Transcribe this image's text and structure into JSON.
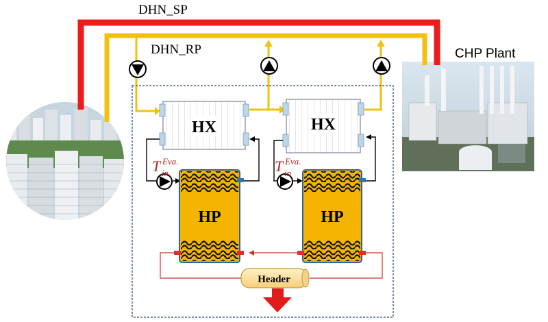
{
  "labels": {
    "supply_pipe": "DHN_SP",
    "return_pipe": "DHN_RP",
    "plant": "CHP Plant",
    "hx_left": "HX",
    "hx_right": "HX",
    "hp_left": "HP",
    "hp_right": "HP",
    "header": "Header",
    "evap_symbol": "T",
    "evap_sub": "in",
    "evap_sup": "Eva."
  },
  "colors": {
    "supply": "#ee1b1b",
    "return": "#f3c012",
    "hp_body": "#f5b400",
    "header_fill": "#fde2a0",
    "circuit_red": "#c0392b",
    "outlet_arrow": "#e21b1b",
    "boundary": "#2d4f73",
    "temp_label": "#b22222"
  },
  "icons": {
    "pump": "pump-icon",
    "district": "apartment-district-photo",
    "plant": "chp-plant-photo"
  }
}
